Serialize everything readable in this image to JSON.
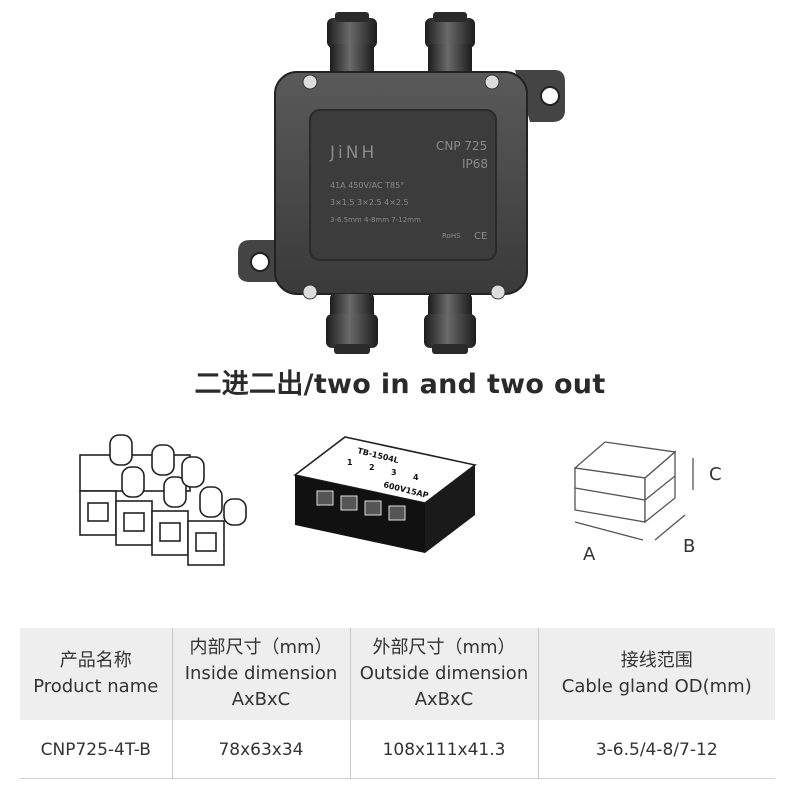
{
  "product_label": {
    "brand": "JiNH",
    "model": "CNP 725",
    "rating": "IP68",
    "spec_line1": "41A 450V/AC T85°",
    "spec_line2": "3×1.5  3×2.5  4×2.5",
    "spec_line3": "3-6.5mm 4-8mm 7-12mm",
    "mark1": "RoHS",
    "mark2": "CE"
  },
  "headline": "二进二出/two in and two out",
  "busbar_label": {
    "line1": "TB-1504L",
    "numbers": [
      "1",
      "2",
      "3",
      "4"
    ],
    "line2": "600V15AP"
  },
  "dimension_labels": {
    "a": "A",
    "b": "B",
    "c": "C"
  },
  "table": {
    "headers": [
      {
        "zh": "产品名称",
        "en1": "Product name",
        "en2": ""
      },
      {
        "zh": "内部尺寸（mm）",
        "en1": "Inside dimension",
        "en2": "AxBxC"
      },
      {
        "zh": "外部尺寸（mm）",
        "en1": "Outside dimension",
        "en2": "AxBxC"
      },
      {
        "zh": "接线范围",
        "en1": "Cable gland OD(mm)",
        "en2": ""
      }
    ],
    "rows": [
      [
        "CNP725-4T-B",
        "78x63x34",
        "108x111x41.3",
        "3-6.5/4-8/7-12"
      ]
    ]
  },
  "colors": {
    "housing": "#4a4a4a",
    "housing_dark": "#2e2e2e",
    "table_header_bg": "#eeeeee"
  }
}
